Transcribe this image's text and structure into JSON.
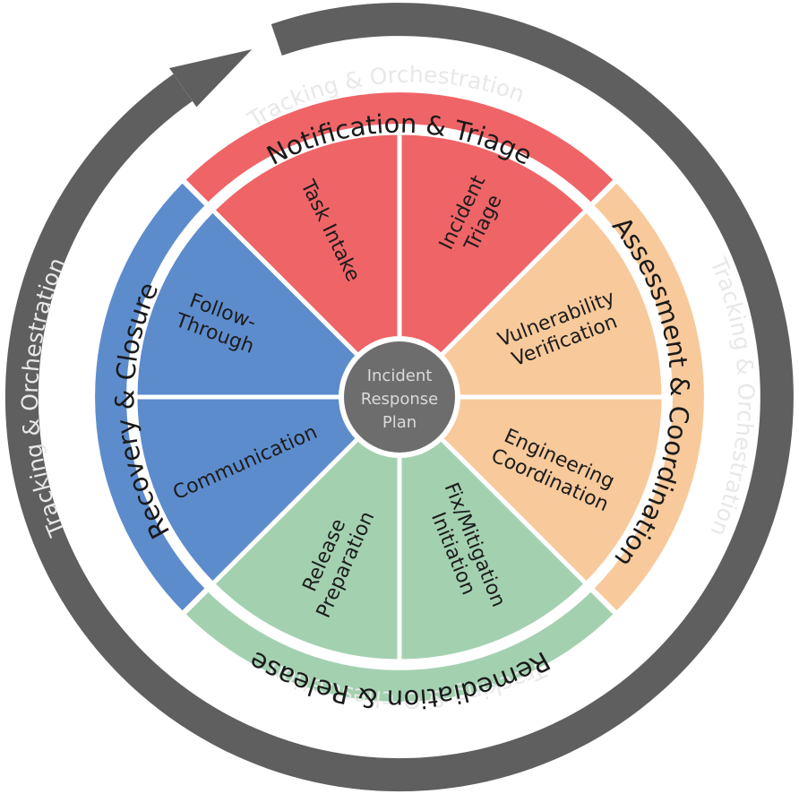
{
  "outer_ring": {
    "label": "Tracking & Orchestration",
    "color": "#5f5f5f",
    "text_color": "#e8e8e8"
  },
  "hub": {
    "lines": [
      "Incident",
      "Response",
      "Plan"
    ],
    "color": "#6d6d6d"
  },
  "phases": [
    {
      "name": "Notification & Triage",
      "color": "#ef6467",
      "segments": [
        {
          "lines": [
            "Task Intake"
          ]
        },
        {
          "lines": [
            "Incident",
            "Triage"
          ]
        }
      ]
    },
    {
      "name": "Assessment & Coordination",
      "color": "#f8c99b",
      "segments": [
        {
          "lines": [
            "Vulnerability",
            "Verification"
          ]
        },
        {
          "lines": [
            "Engineering",
            "Coordination"
          ]
        }
      ]
    },
    {
      "name": "Remediation & Release",
      "color": "#a3d1b0",
      "segments": [
        {
          "lines": [
            "Fix/Mitigation",
            "Initiation"
          ]
        },
        {
          "lines": [
            "Release",
            "Preparation"
          ]
        }
      ]
    },
    {
      "name": "Recovery & Closure",
      "color": "#5d8ccd",
      "segments": [
        {
          "lines": [
            "Communication"
          ]
        },
        {
          "lines": [
            "Follow-",
            "Through"
          ]
        }
      ]
    }
  ]
}
